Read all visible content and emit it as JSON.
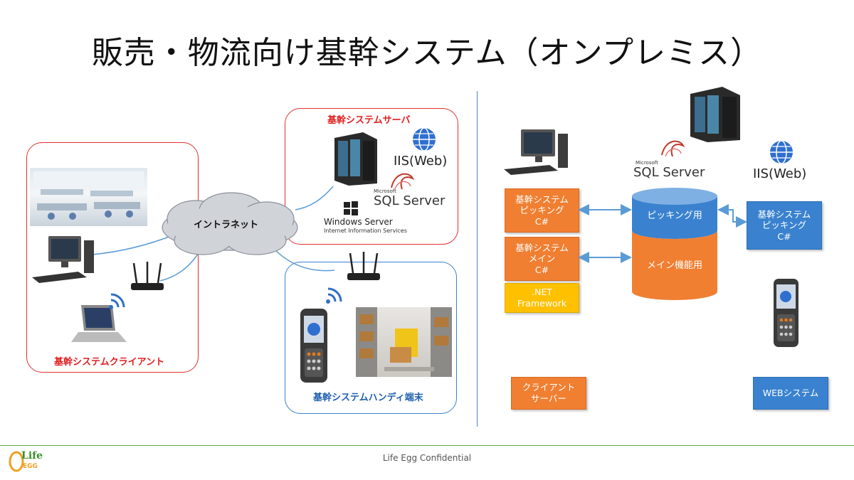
{
  "title": "販売・物流向け基幹システム（オンプレミス）",
  "left": {
    "client_zone_label": "基幹システムクライアント",
    "server_zone_label": "基幹システムサーバ",
    "handy_zone_label": "基幹システムハンディ端末",
    "cloud_label": "イントラネット",
    "iis_label": "IIS(Web)",
    "sql_small": "Microsoft",
    "sql_label": "SQL Server",
    "windows_label": "Windows Server",
    "windows_sub": "Internet Information Services"
  },
  "right": {
    "sql_small": "Microsoft",
    "sql_label": "SQL Server",
    "iis_label": "IIS(Web)",
    "db_top_label": "ピッキング用",
    "db_bottom_label": "メイン機能用",
    "box_picking": [
      "基幹システム",
      "ピッキング",
      "C#"
    ],
    "box_main": [
      "基幹システム",
      "メイン",
      "C#"
    ],
    "box_framework": [
      ".NET",
      "Framework"
    ],
    "box_web_picking": [
      "基幹システム",
      "ピッキング",
      "C#"
    ],
    "legend_client_server": [
      "クライアント",
      "サーバー"
    ],
    "legend_web": "WEBシステム"
  },
  "footer": {
    "text": "Life Egg Confidential",
    "logo_top": "Life",
    "logo_bottom": "EGG"
  },
  "colors": {
    "client_zone": "#e03030",
    "server_zone": "#e03030",
    "handy_zone": "#3a82cf",
    "orange": "#f07f32",
    "blue": "#3a82cf",
    "yellow": "#ffc000",
    "arrow": "#5b9bd5"
  }
}
